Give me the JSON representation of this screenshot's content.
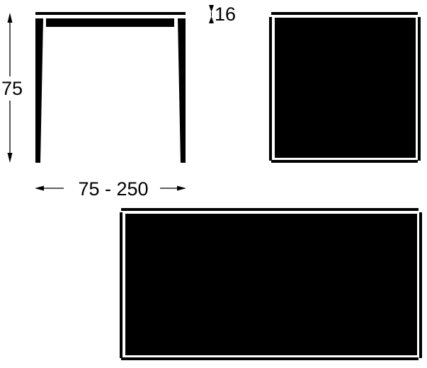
{
  "dimensions": {
    "height_label": "75",
    "width_label": "75 - 250",
    "thickness_label": "16"
  },
  "colors": {
    "ink": "#000000",
    "paper": "#ffffff"
  }
}
